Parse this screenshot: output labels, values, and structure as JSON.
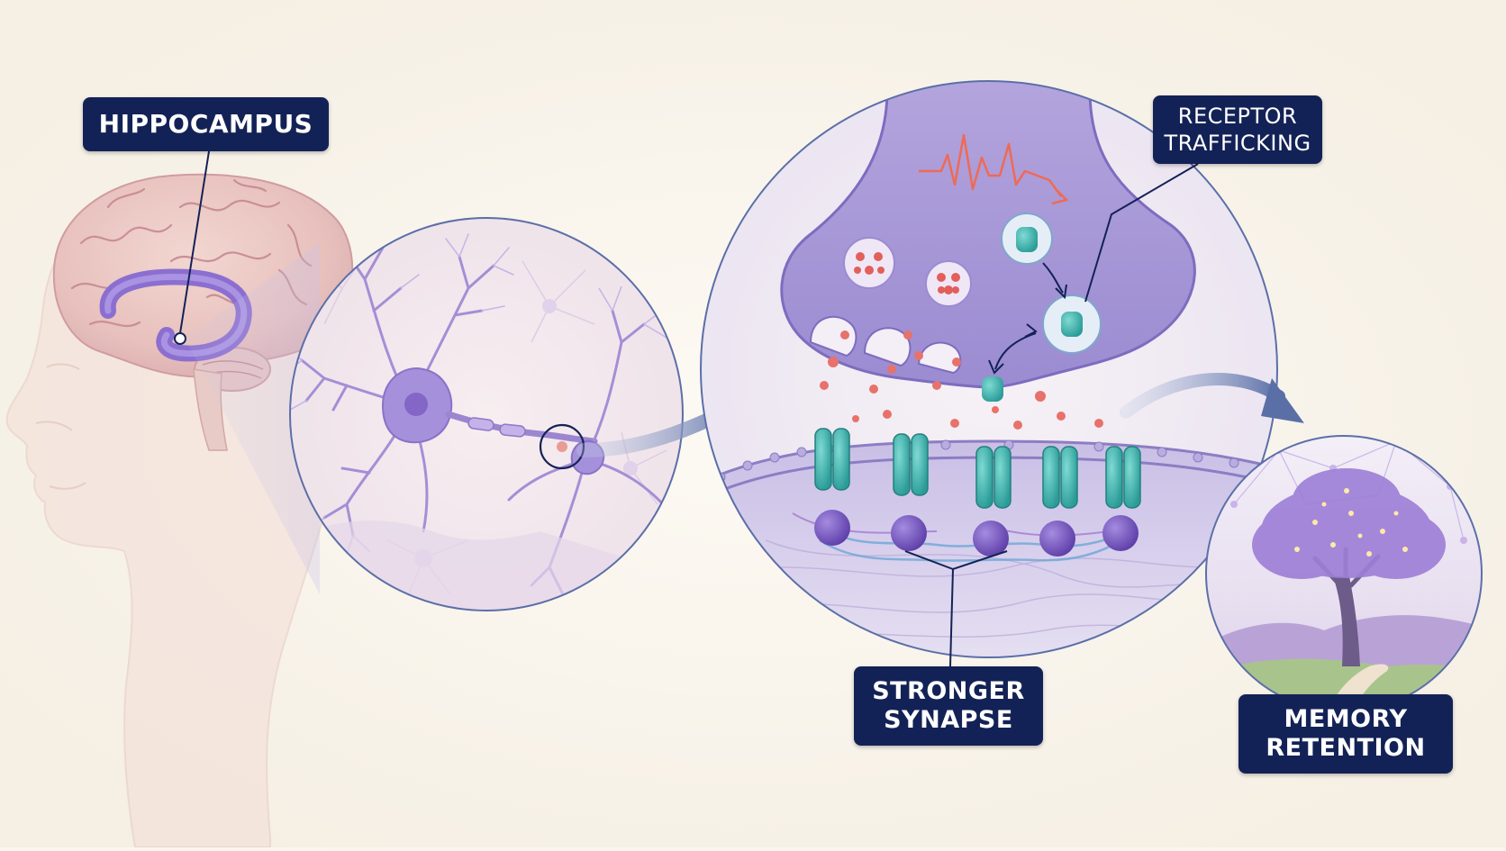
{
  "labels": {
    "hippocampus": "HIPPOCAMPUS",
    "receptor_trafficking": [
      "RECEPTOR",
      "TRAFFICKING"
    ],
    "stronger_synapse": [
      "STRONGER",
      "SYNAPSE"
    ],
    "memory_retention": [
      "MEMORY",
      "RETENTION"
    ]
  },
  "colors": {
    "background": "#faf6ef",
    "label_fill": "#132256",
    "label_text": "#ffffff",
    "accent_purple": "#9b86d0",
    "receptor_teal": "#3fb7b0",
    "neurotransmitter_red": "#e0706a",
    "arrow_blue": "#5a6fa6"
  },
  "icons": [
    "brain",
    "hippocampus-structure",
    "neuron",
    "synaptic-terminal",
    "vesicle",
    "receptor",
    "arrow",
    "tree"
  ]
}
